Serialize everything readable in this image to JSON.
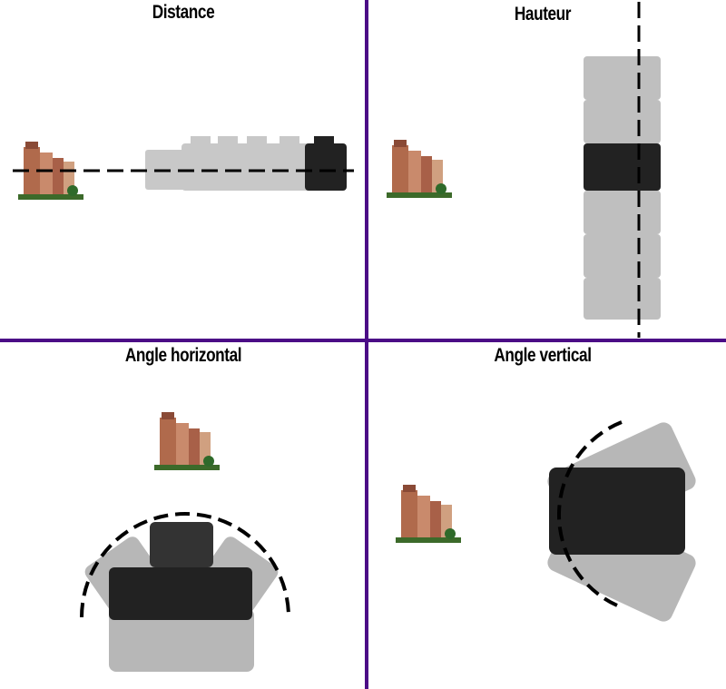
{
  "panels": [
    {
      "title": "Distance"
    },
    {
      "title": "Hauteur"
    },
    {
      "title": "Angle horizontal"
    },
    {
      "title": "Angle vertical"
    }
  ],
  "colors": {
    "divider": "#4b0c86",
    "building": "#a8644a",
    "camera": "#222222",
    "ghost": "#9a9a9a"
  }
}
